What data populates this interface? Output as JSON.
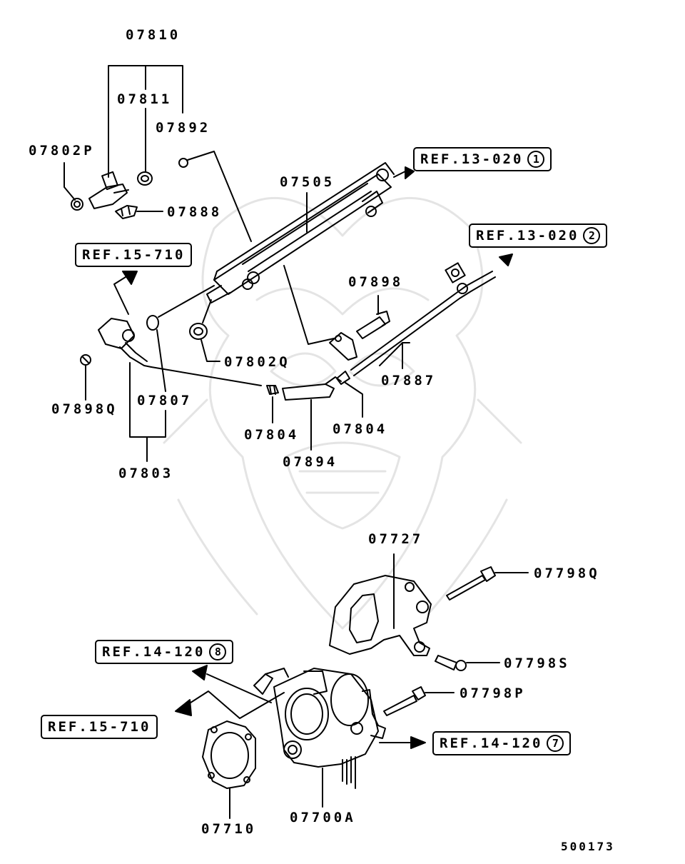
{
  "parts": {
    "p07810": "07810",
    "p07811": "07811",
    "p07892": "07892",
    "p07802P": "07802P",
    "p07505": "07505",
    "p07888": "07888",
    "p07898": "07898",
    "p07802Q": "07802Q",
    "p07887": "07887",
    "p07898Q": "07898Q",
    "p07807": "07807",
    "p07804a": "07804",
    "p07804b": "07804",
    "p07894": "07894",
    "p07803": "07803",
    "p07727": "07727",
    "p07798Q": "07798Q",
    "p07798S": "07798S",
    "p07798P": "07798P",
    "p07710": "07710",
    "p07700A": "07700A"
  },
  "refs": {
    "r1": {
      "text": "REF.13-020",
      "num": "1"
    },
    "r2": {
      "text": "REF.13-020",
      "num": "2"
    },
    "r3": {
      "text": "REF.15-710",
      "num": ""
    },
    "r4": {
      "text": "REF.14-120",
      "num": "8"
    },
    "r5": {
      "text": "REF.15-710",
      "num": ""
    },
    "r6": {
      "text": "REF.14-120",
      "num": "7"
    }
  },
  "footer": {
    "code": "500173"
  }
}
